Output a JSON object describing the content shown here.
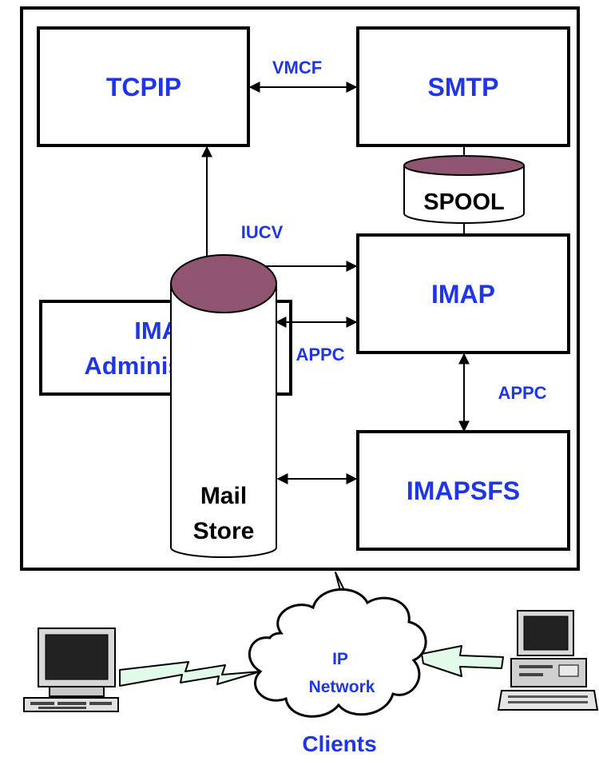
{
  "nodes": {
    "tcpip": "TCPIP",
    "smtp": "SMTP",
    "spool": "SPOOL",
    "imap": "IMAP",
    "imap_admin_line1": "IMAP",
    "imap_admin_line2": "Administrator",
    "imapsfs": "IMAPSFS",
    "mail_store_line1": "Mail",
    "mail_store_line2": "Store",
    "ip_network_line1": "IP",
    "ip_network_line2": "Network"
  },
  "links": {
    "vmcf": "VMCF",
    "iucv": "IUCV",
    "appc_admin": "APPC",
    "appc_sfs": "APPC"
  },
  "footer": {
    "clients": "Clients"
  },
  "colors": {
    "label_blue": "#1f36e8",
    "cylinder_top": "#8f5570",
    "lightning": "#e2fbe8"
  }
}
